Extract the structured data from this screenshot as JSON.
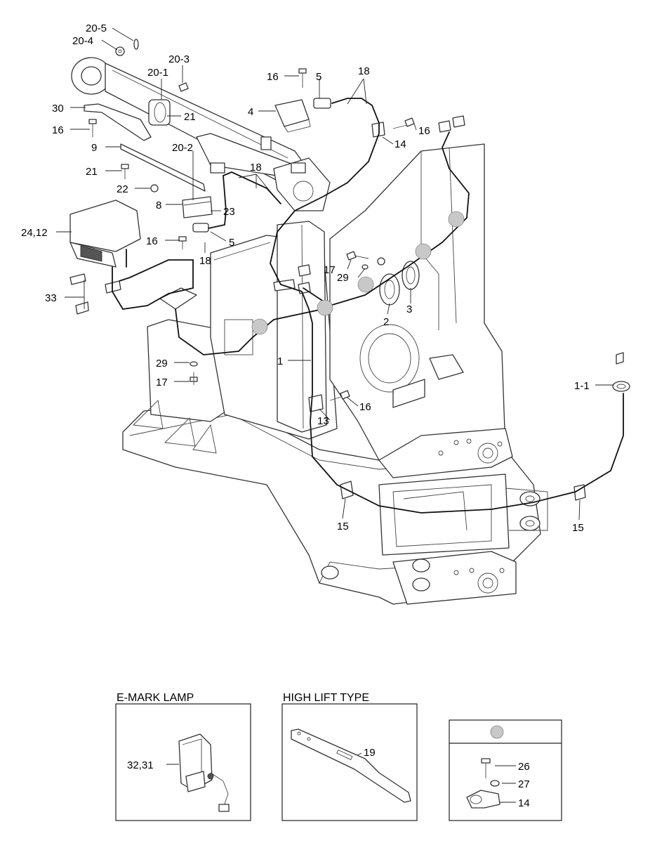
{
  "callouts": [
    {
      "id": "c20-5",
      "text": "20-5"
    },
    {
      "id": "c20-4",
      "text": "20-4"
    },
    {
      "id": "c20-3",
      "text": "20-3"
    },
    {
      "id": "c20-1",
      "text": "20-1"
    },
    {
      "id": "c30",
      "text": "30"
    },
    {
      "id": "c21a",
      "text": "21"
    },
    {
      "id": "c16a",
      "text": "16"
    },
    {
      "id": "c9",
      "text": "9"
    },
    {
      "id": "c20-2",
      "text": "20-2"
    },
    {
      "id": "c21b",
      "text": "21"
    },
    {
      "id": "c22",
      "text": "22"
    },
    {
      "id": "c8",
      "text": "8"
    },
    {
      "id": "c23",
      "text": "23"
    },
    {
      "id": "c24-12",
      "text": "24,12"
    },
    {
      "id": "c16b",
      "text": "16"
    },
    {
      "id": "c5a",
      "text": "5"
    },
    {
      "id": "c18a",
      "text": "18"
    },
    {
      "id": "c33",
      "text": "33"
    },
    {
      "id": "c29a",
      "text": "29"
    },
    {
      "id": "c17a",
      "text": "17"
    },
    {
      "id": "c16c",
      "text": "16"
    },
    {
      "id": "c5b",
      "text": "5"
    },
    {
      "id": "c18b",
      "text": "18"
    },
    {
      "id": "c4",
      "text": "4"
    },
    {
      "id": "c16d",
      "text": "16"
    },
    {
      "id": "c14a",
      "text": "14"
    },
    {
      "id": "c18c",
      "text": "18"
    },
    {
      "id": "c17b",
      "text": "17"
    },
    {
      "id": "c29b",
      "text": "29"
    },
    {
      "id": "c2",
      "text": "2"
    },
    {
      "id": "c3",
      "text": "3"
    },
    {
      "id": "c1",
      "text": "1"
    },
    {
      "id": "c16e",
      "text": "16"
    },
    {
      "id": "c13",
      "text": "13"
    },
    {
      "id": "c1-1",
      "text": "1-1"
    },
    {
      "id": "c15a",
      "text": "15"
    },
    {
      "id": "c15b",
      "text": "15"
    },
    {
      "id": "c32-31",
      "text": "32,31"
    },
    {
      "id": "c19",
      "text": "19"
    },
    {
      "id": "c26",
      "text": "26"
    },
    {
      "id": "c27",
      "text": "27"
    },
    {
      "id": "c14b",
      "text": "14"
    }
  ],
  "insets": {
    "emark": {
      "title": "E-MARK LAMP"
    },
    "highlift": {
      "title": "HIGH LIFT TYPE"
    }
  },
  "colors": {
    "marker": "#c8c8c8",
    "line": "#222222",
    "background": "#ffffff"
  }
}
